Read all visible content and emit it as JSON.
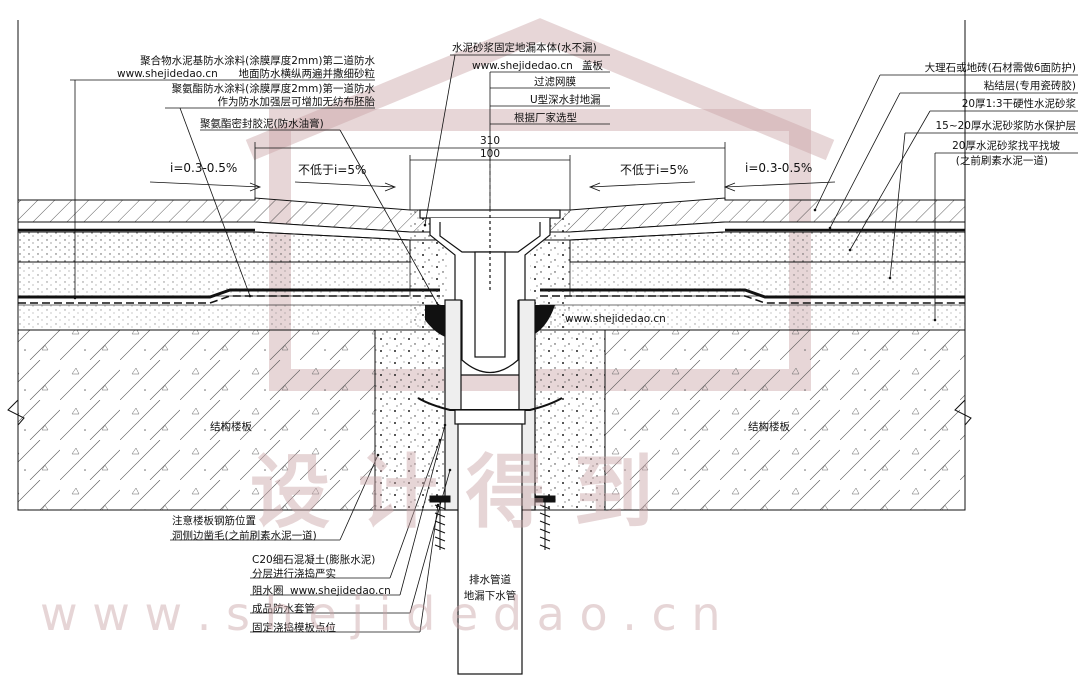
{
  "labels": {
    "l1a": "聚合物水泥基防水涂料(涂膜厚度2mm)第二道防水",
    "l1b": "www.shejidedao.cn",
    "l1c": "地面防水横纵两遍并撒细砂粒",
    "l2a": "聚氨酯防水涂料(涂膜厚度2mm)第一道防水",
    "l2b": "作为防水加强层可增加无纺布胚胎",
    "l3": "聚氨酯密封胶泥(防水油膏)",
    "t1": "水泥砂浆固定地漏本体(水不漏)",
    "t2a": "www.shejidedao.cn",
    "t2b": "盖板",
    "t3": "过滤网膜",
    "t4": "U型深水封地漏",
    "t5": "根据厂家选型",
    "r1": "大理石或地砖(石材需做6面防护)",
    "r2": "粘结层(专用瓷砖胶)",
    "r3": "20厚1:3干硬性水泥砂浆",
    "r4": "15~20厚水泥砂浆防水保护层",
    "r5": "20厚水泥砂浆找平找坡",
    "r6": "(之前刷素水泥一道)",
    "dim_310": "310",
    "dim_100": "100",
    "slope_left": "i=0.3-0.5%",
    "slope_right": "i=0.3-0.5%",
    "slope_inner_left": "不低于i=5%",
    "slope_inner_right": "不低于i=5%",
    "slab_left": "结构楼板",
    "slab_right": "结构楼板",
    "b1a": "注意楼板钢筋位置",
    "b1b": "洞侧边凿毛(之前刷素水泥一道)",
    "b2a": "C20细石混凝土(膨胀水泥)",
    "b2b": "分层进行浇捣严实",
    "b3a": "阻水圈",
    "b3b": "www.shejidedao.cn",
    "b4": "成品防水套管",
    "b5": "固定浇捣模板点位",
    "pipe1": "排水管道",
    "pipe2": "地漏下水管",
    "center_url": "www.shejidedao.cn",
    "wm_bottom": "w w w . s h e j i d e d a o . c n",
    "wm_big": "设 计 得 到"
  },
  "colors": {
    "line": "#111111",
    "seal": "#111111",
    "watermark": "#c9a3a6"
  }
}
